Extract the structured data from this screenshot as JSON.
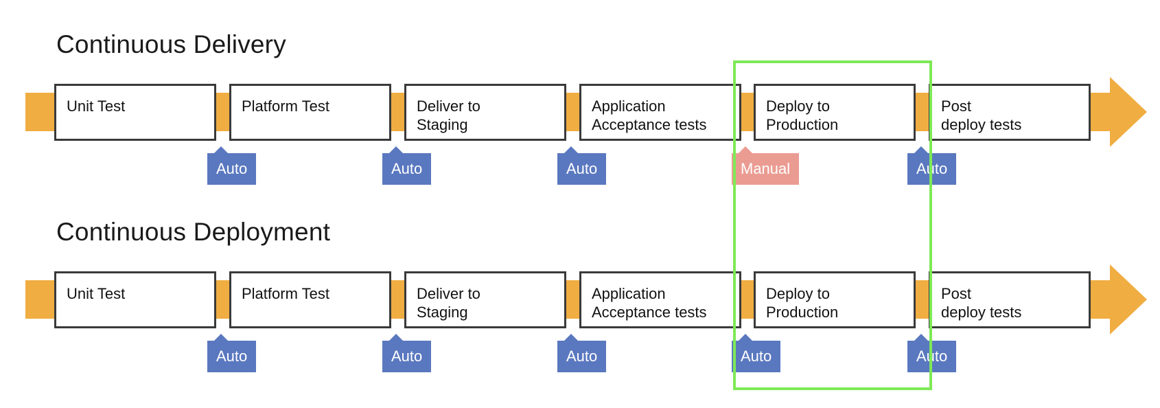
{
  "colors": {
    "arrow": "#f0ad42",
    "auto_gate": "#5a78bf",
    "manual_gate": "#eb9c92",
    "stage_border": "#3a3a3a",
    "highlight": "#7ee957"
  },
  "rows": [
    {
      "title": "Continuous Delivery",
      "stages": [
        {
          "label": "Unit Test"
        },
        {
          "label": "Platform Test"
        },
        {
          "label": "Deliver to\nStaging"
        },
        {
          "label": "Application\nAcceptance tests"
        },
        {
          "label": "Deploy to\nProduction"
        },
        {
          "label": "Post\ndeploy tests"
        }
      ],
      "gates": [
        {
          "label": "Auto",
          "kind": "auto"
        },
        {
          "label": "Auto",
          "kind": "auto"
        },
        {
          "label": "Auto",
          "kind": "auto"
        },
        {
          "label": "Manual",
          "kind": "manual"
        },
        {
          "label": "Auto",
          "kind": "auto"
        }
      ]
    },
    {
      "title": "Continuous Deployment",
      "stages": [
        {
          "label": "Unit Test"
        },
        {
          "label": "Platform Test"
        },
        {
          "label": "Deliver to\nStaging"
        },
        {
          "label": "Application\nAcceptance tests"
        },
        {
          "label": "Deploy to\nProduction"
        },
        {
          "label": "Post\ndeploy tests"
        }
      ],
      "gates": [
        {
          "label": "Auto",
          "kind": "auto"
        },
        {
          "label": "Auto",
          "kind": "auto"
        },
        {
          "label": "Auto",
          "kind": "auto"
        },
        {
          "label": "Auto",
          "kind": "auto"
        },
        {
          "label": "Auto",
          "kind": "auto"
        }
      ]
    }
  ]
}
